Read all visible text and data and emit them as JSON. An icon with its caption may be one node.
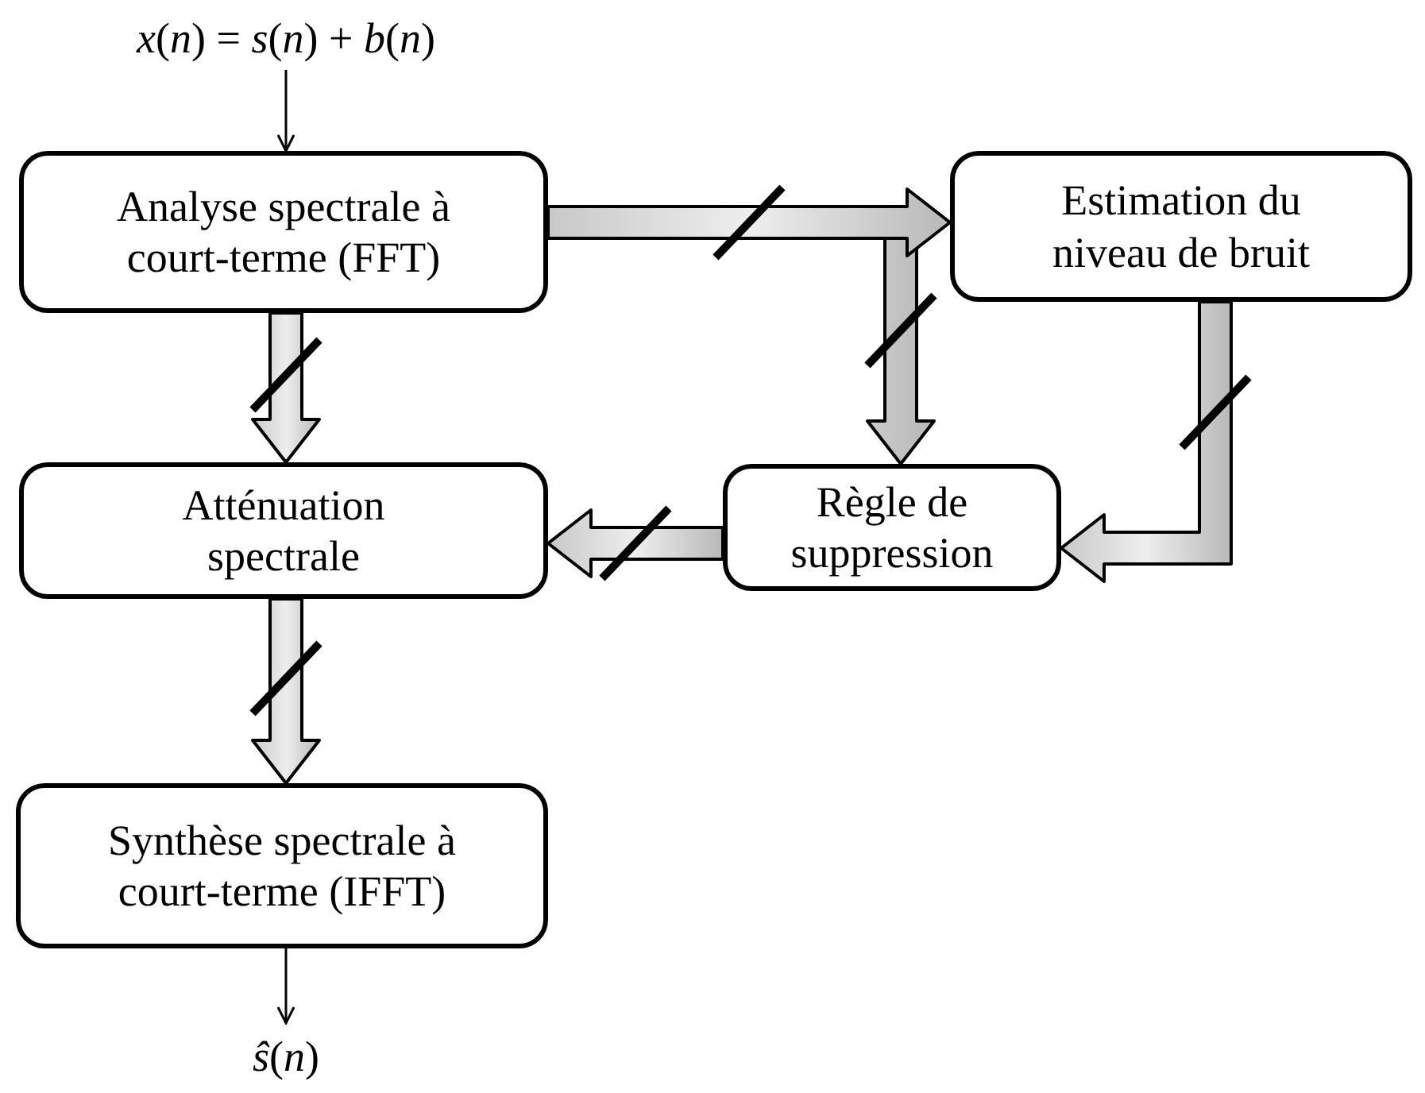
{
  "diagram": {
    "nodes": [
      {
        "text": [
          "*x*(*n*) = *s*(*n*) + *b*(*n*)"
        ]
      },
      {
        "text": [
          "Analyse spectrale à court-terme (FFT)"
        ]
      },
      {
        "text": [
          "Estimation du niveau de bruit"
        ]
      },
      {
        "text": [
          "Atténuation spectrale"
        ]
      },
      {
        "text": [
          "Règle de suppression"
        ]
      },
      {
        "text": [
          "Synthèse spectrale à court-terme (IFFT)"
        ]
      },
      {
        "text": [
          "*ŝ*(*n*)"
        ]
      }
    ],
    "edges": [
      {
        "from": 0,
        "to": 1,
        "arrow": "to"
      },
      {
        "from": 1,
        "to": 4,
        "arrow": "to",
        "style": "thick"
      },
      {
        "from": 1,
        "to": 2,
        "arrow": "to",
        "style": "thick"
      },
      {
        "from": 1,
        "to": 3,
        "arrow": "to",
        "style": "thick"
      },
      {
        "from": 2,
        "to": 4,
        "arrow": "to",
        "style": "thick"
      },
      {
        "from": 4,
        "to": 3,
        "arrow": "to",
        "style": "thick"
      },
      {
        "from": 3,
        "to": 5,
        "arrow": "to",
        "style": "thick"
      },
      {
        "from": 5,
        "to": 6,
        "arrow": "to"
      }
    ]
  }
}
